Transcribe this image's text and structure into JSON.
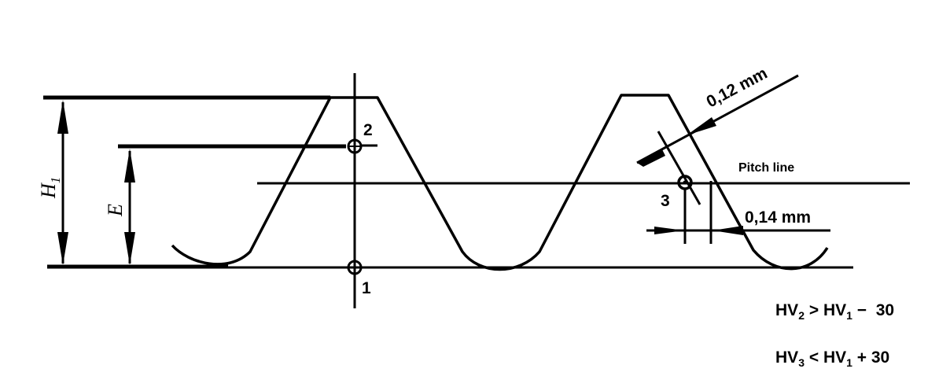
{
  "figure": {
    "type": "thread profile hardness test diagram",
    "labels": {
      "dimension_h1": "H",
      "dimension_h1_sub": "1",
      "dimension_e": "E",
      "point_1": "1",
      "point_2": "2",
      "point_3": "3",
      "pitch_line": "Pitch line",
      "offset_012": "0,12 mm",
      "offset_014": "0,14 mm"
    },
    "formulas": [
      {
        "lhs": "HV",
        "lhs_sub": "2",
        "op": ">",
        "rhs": "HV",
        "rhs_sub": "1",
        "tail": " −  30"
      },
      {
        "lhs": "HV",
        "lhs_sub": "3",
        "op": "<",
        "rhs": "HV",
        "rhs_sub": "1",
        "tail": " + 30"
      }
    ],
    "colors": {
      "ink": "#000000",
      "background": "#ffffff"
    }
  }
}
